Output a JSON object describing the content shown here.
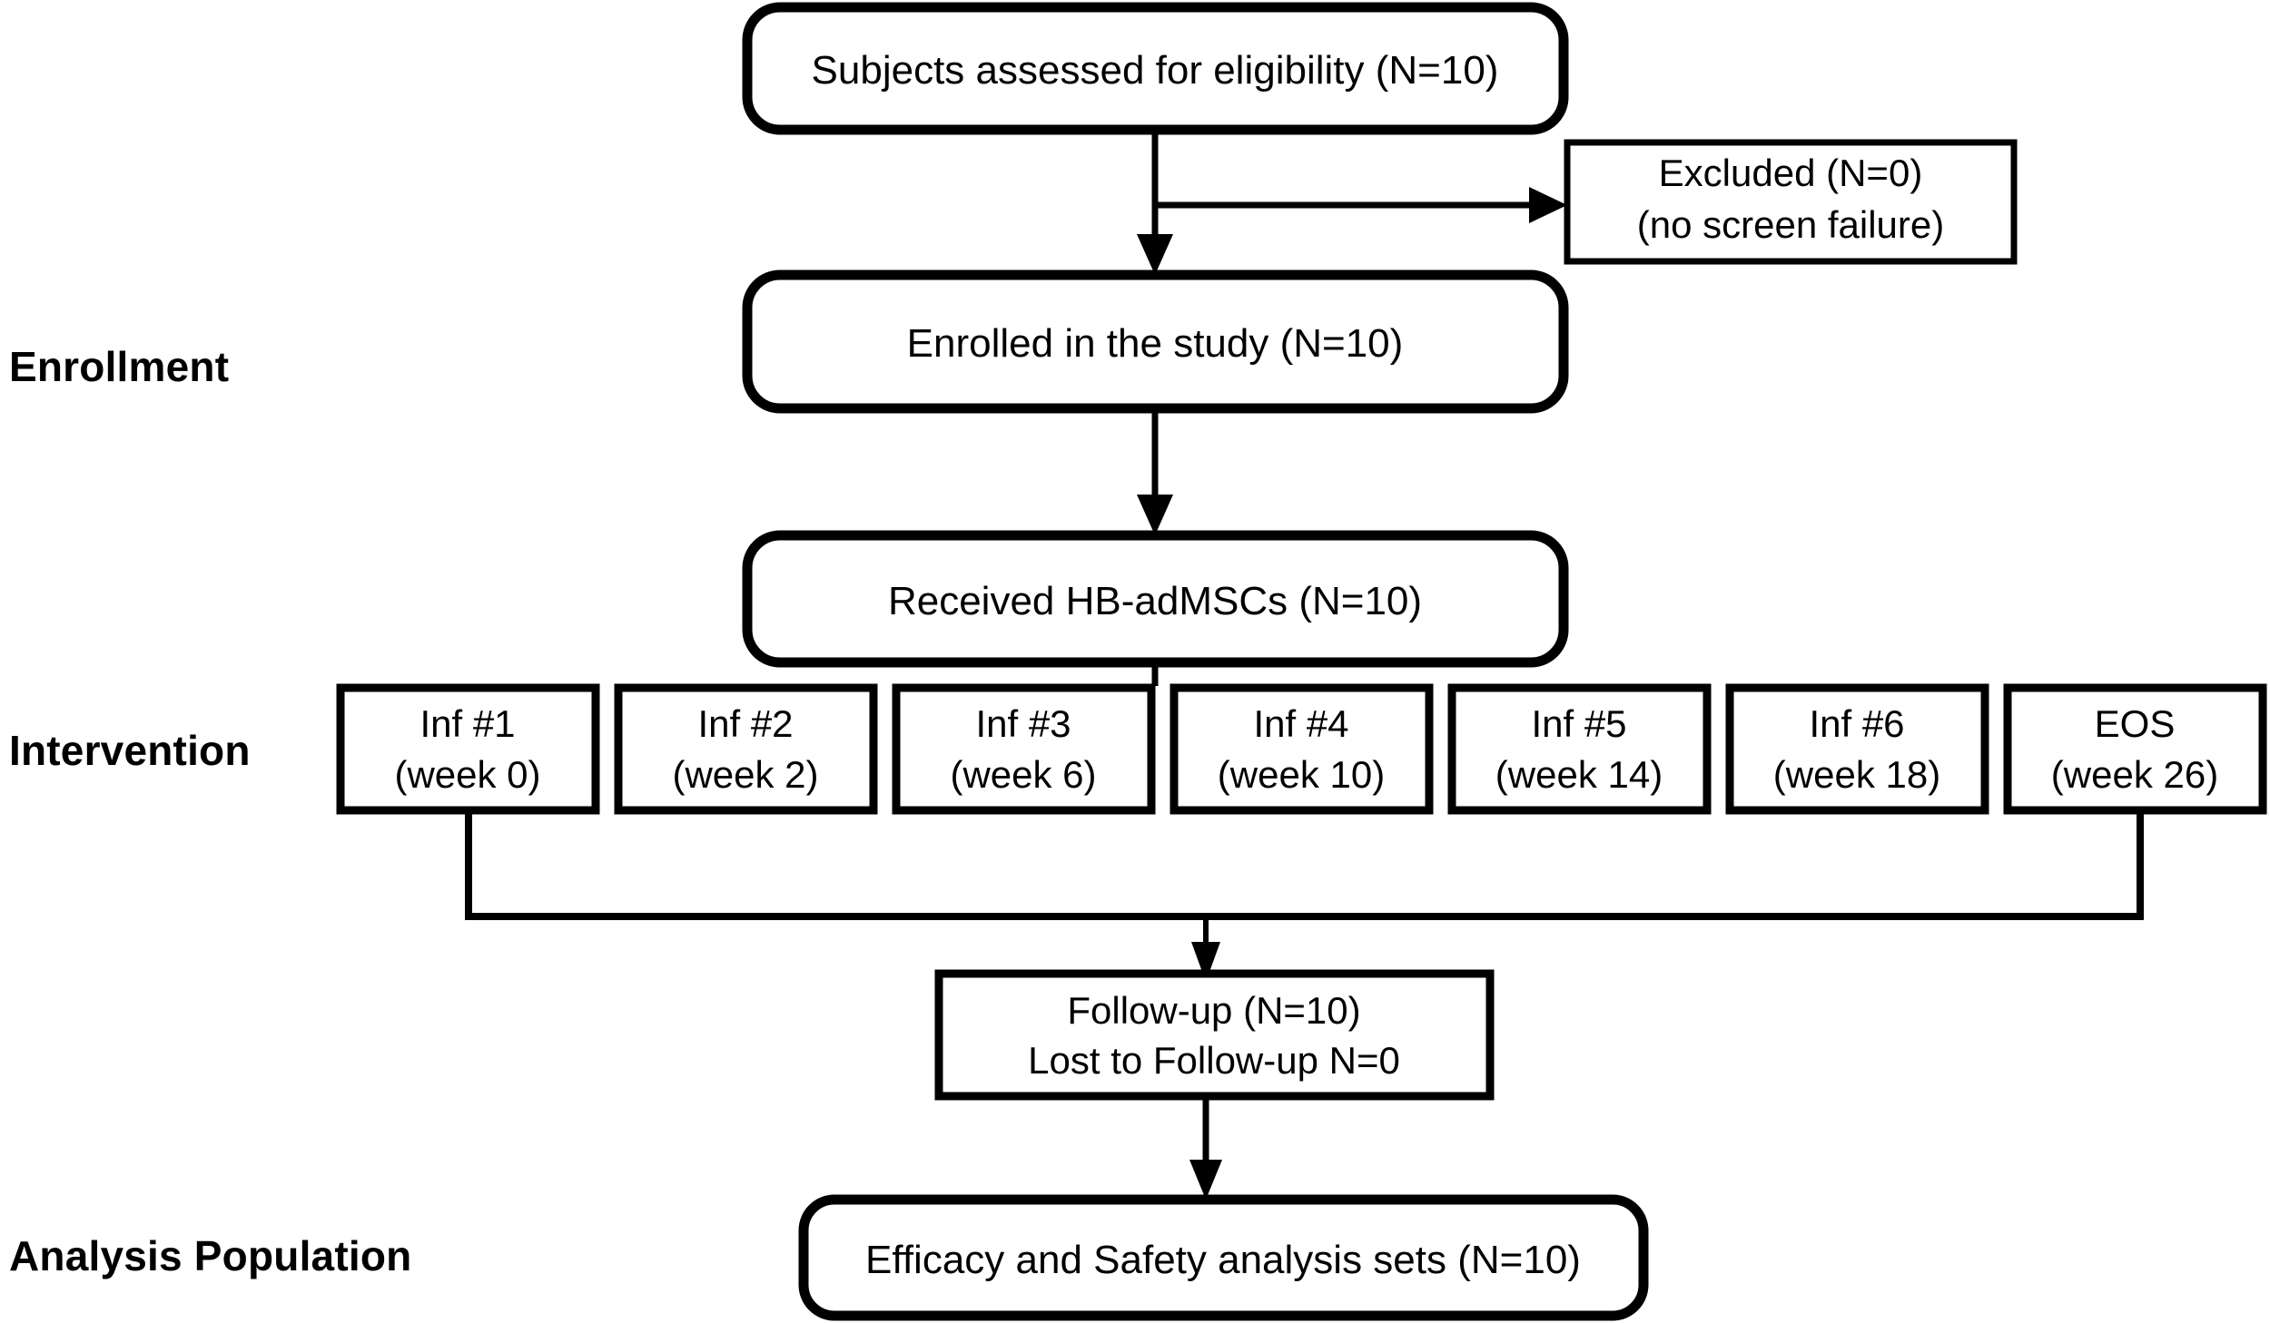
{
  "diagram": {
    "title": "CONSORT participant flow diagram",
    "background_color": "#ffffff",
    "line_color": "#000000",
    "text_color": "#000000"
  },
  "stage_labels": {
    "enrollment": "Enrollment",
    "intervention": "Intervention",
    "analysis": "Analysis Population"
  },
  "nodes": {
    "eligibility": {
      "line1": "Subjects assessed for eligibility  (N=10)"
    },
    "excluded": {
      "line1": "Excluded (N=0)",
      "line2": "(no screen failure)"
    },
    "enrolled": {
      "line1": "Enrolled in the study (N=10)"
    },
    "received": {
      "line1": "Received HB-adMSCs (N=10)"
    },
    "followup": {
      "line1": "Follow-up  (N=10)",
      "line2": "Lost to Follow-up N=0"
    },
    "analysis_sets": {
      "line1": "Efficacy and Safety analysis sets (N=10)"
    }
  },
  "intervention_boxes": [
    {
      "name": "Inf #1",
      "timepoint": "(week 0)"
    },
    {
      "name": "Inf #2",
      "timepoint": "(week 2)"
    },
    {
      "name": "Inf #3",
      "timepoint": "(week 6)"
    },
    {
      "name": "Inf #4",
      "timepoint": "(week 10)"
    },
    {
      "name": "Inf #5",
      "timepoint": "(week 14)"
    },
    {
      "name": "Inf #6",
      "timepoint": "(week 18)"
    },
    {
      "name": "EOS",
      "timepoint": "(week 26)"
    }
  ]
}
